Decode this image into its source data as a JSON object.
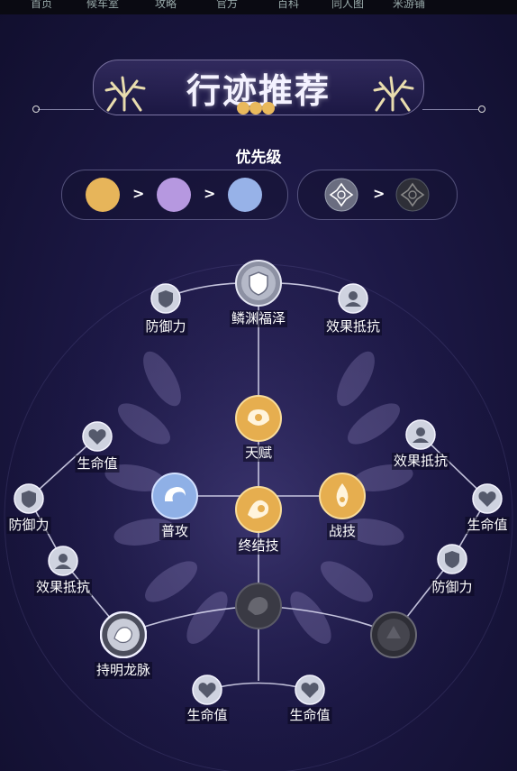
{
  "nav": [
    "首页",
    "候车室",
    "攻略",
    "官方",
    "百科",
    "同人图",
    "米游铺"
  ],
  "title": "行迹推荐",
  "priority": {
    "label": "优先级",
    "separator": ">",
    "trace_colors": [
      "#e7b55a",
      "#b698e0",
      "#97b2e8"
    ]
  },
  "nodes": {
    "core_name": "鳞渊福泽",
    "talent": "天赋",
    "basic": "普攻",
    "ultimate": "终结技",
    "skill": "战技",
    "holds_dragon": "持明龙脉",
    "top_left": "防御力",
    "top_right": "效果抵抗",
    "left_1": "生命值",
    "left_2": "防御力",
    "left_3": "效果抵抗",
    "right_1": "效果抵抗",
    "right_2": "生命值",
    "right_3": "防御力",
    "bottom_left": "生命值",
    "bottom_right": "生命值"
  }
}
